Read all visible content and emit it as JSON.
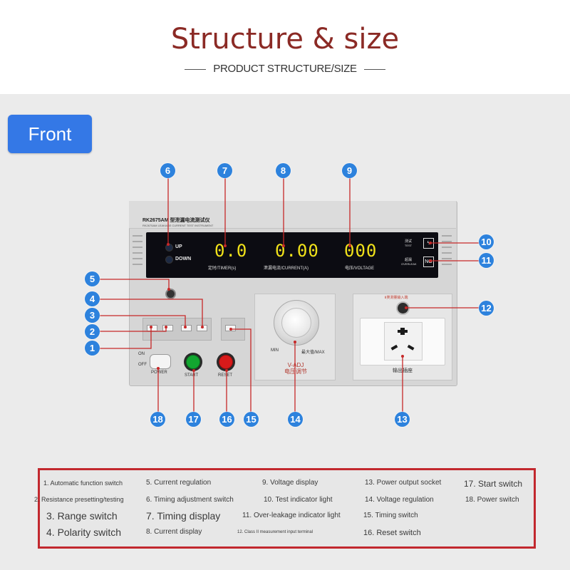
{
  "header": {
    "title": "Structure & size",
    "subtitle": "PRODUCT STRUCTURE/SIZE"
  },
  "front_button": {
    "label": "Front"
  },
  "device": {
    "model": "RK2675AM 型泄漏电流测试仪",
    "model_sub": "RK2675AM LEAKAGE CURRENT TEST INSTRUMENT",
    "led_up": "UP",
    "led_down": "DOWN",
    "timer_value": "0.0",
    "timer_label": "定时/TIMER(s)",
    "current_value": "0.00",
    "current_label": "泄漏电流/CURRENT(A)",
    "voltage_value": "000",
    "voltage_label": "电压/VOLTAGE",
    "test_indicator": "测试",
    "test_indicator_en": "TEST",
    "overleak_indicator": "超漏",
    "overleak_indicator_en": "OVERLEAK",
    "knob_min": "MIN",
    "knob_max": "最大值/MAX",
    "knob_label": "V-ADJ",
    "knob_label_cn": "电压调节",
    "socket_top_label": "Ⅱ类测量输入端",
    "socket_label": "输出插座",
    "power_on": "ON",
    "power_off": "OFF",
    "power_label": "POWER",
    "start_label": "START",
    "reset_label": "RESET"
  },
  "callouts": [
    "6",
    "7",
    "8",
    "9",
    "10",
    "11",
    "12",
    "5",
    "4",
    "3",
    "2",
    "1",
    "18",
    "17",
    "16",
    "15",
    "14",
    "13"
  ],
  "legend": {
    "col1": [
      "1. Automatic function switch",
      "2. Resistance presetting/testing",
      "3. Range switch",
      "4. Polarity switch"
    ],
    "col2": [
      "5. Current regulation",
      "6. Timing adjustment switch",
      "7. Timing display",
      "8. Current display"
    ],
    "col3": [
      "9. Voltage display",
      "10. Test indicator light",
      "11. Over-leakage indicator light",
      "12. Class II measurement input terminal"
    ],
    "col4": [
      "13. Power output socket",
      "14. Voltage regulation",
      "15. Timing switch",
      "16. Reset switch"
    ],
    "col5": [
      "17. Start switch",
      "18. Power switch"
    ]
  },
  "colors": {
    "title": "#8b2a25",
    "accent_blue": "#3478e6",
    "callout_blue": "#2d82dd",
    "leader_red": "#c62828",
    "digits_yellow": "#f1e21a",
    "legend_border": "#c2282e"
  }
}
